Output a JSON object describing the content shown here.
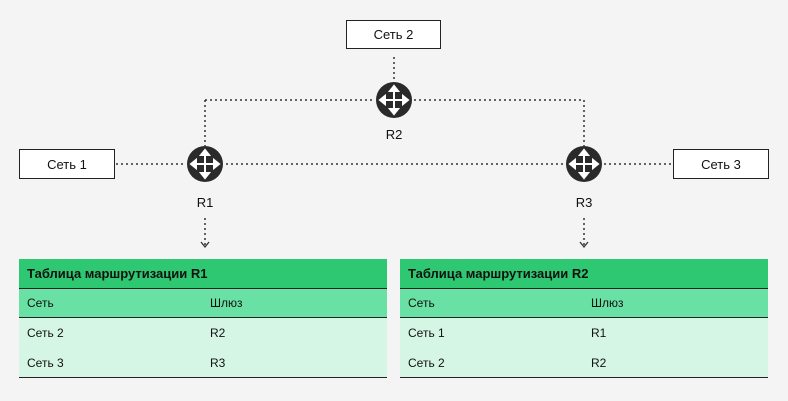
{
  "networks": {
    "net1": "Сеть 1",
    "net2": "Сеть 2",
    "net3": "Сеть 3"
  },
  "routers": {
    "r1": "R1",
    "r2": "R2",
    "r3": "R3"
  },
  "tables": [
    {
      "title": "Таблица маршрутизации R1",
      "headers": [
        "Сеть",
        "Шлюз"
      ],
      "rows": [
        [
          "Сеть 2",
          "R2"
        ],
        [
          "Сеть 3",
          "R3"
        ]
      ]
    },
    {
      "title": "Таблица маршрутизации R2",
      "headers": [
        "Сеть",
        "Шлюз"
      ],
      "rows": [
        [
          "Сеть 1",
          "R1"
        ],
        [
          "Сеть 2",
          "R2"
        ]
      ]
    }
  ],
  "colors": {
    "table_title_bg": "#2fc872",
    "table_header_bg": "#69e0a4",
    "table_row_bg": "#d6f6e5",
    "background": "#f4f4f4"
  }
}
